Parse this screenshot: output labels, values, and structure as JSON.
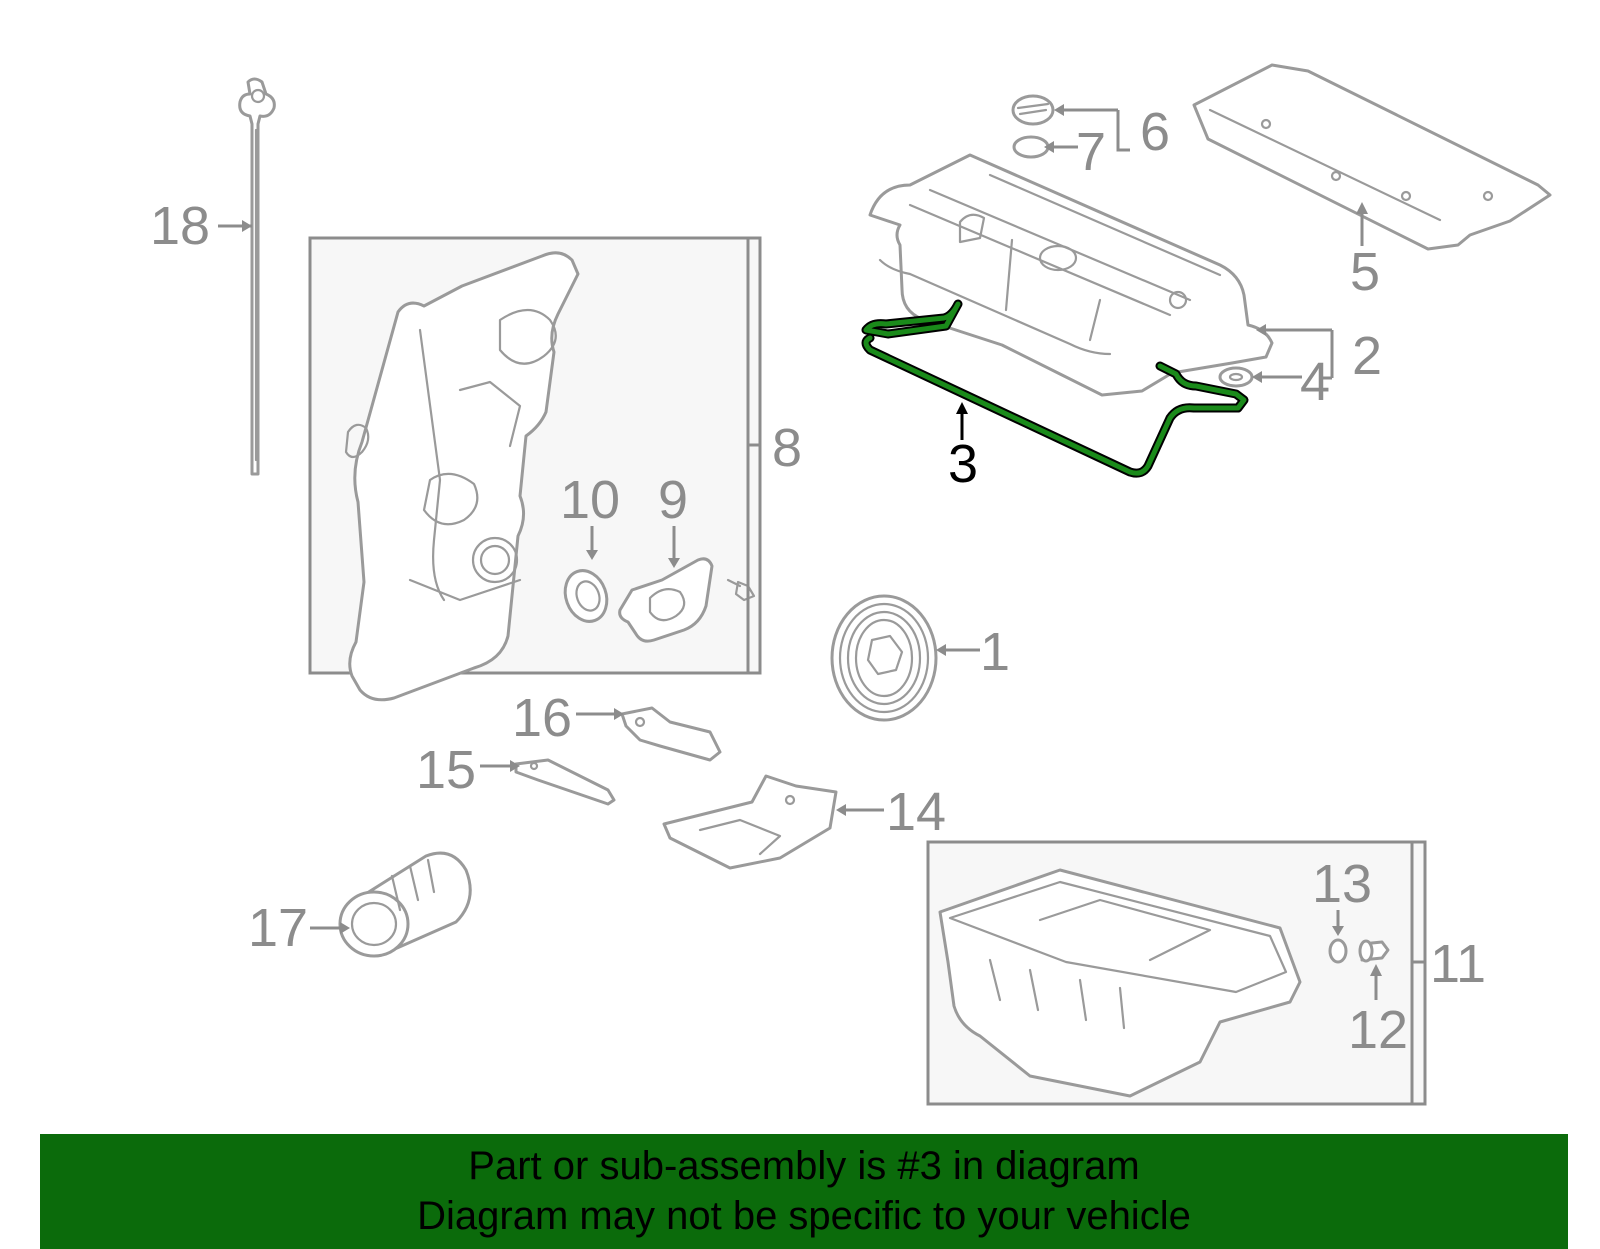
{
  "callouts": {
    "c1": "1",
    "c2": "2",
    "c3": "3",
    "c4": "4",
    "c5": "5",
    "c6": "6",
    "c7": "7",
    "c8": "8",
    "c9": "9",
    "c10": "10",
    "c11": "11",
    "c12": "12",
    "c13": "13",
    "c14": "14",
    "c15": "15",
    "c16": "16",
    "c17": "17",
    "c18": "18"
  },
  "highlight": {
    "part_number": "3",
    "color": "#0b6b0b"
  },
  "banner": {
    "line1": "Part or sub-assembly is #3 in diagram",
    "line2": "Diagram may not be specific to your vehicle",
    "background": "#0b6b0b"
  },
  "colors": {
    "line_art": "#9a9a9a",
    "callout_text": "#8c8c8c",
    "box_fill": "#f7f7f7"
  }
}
